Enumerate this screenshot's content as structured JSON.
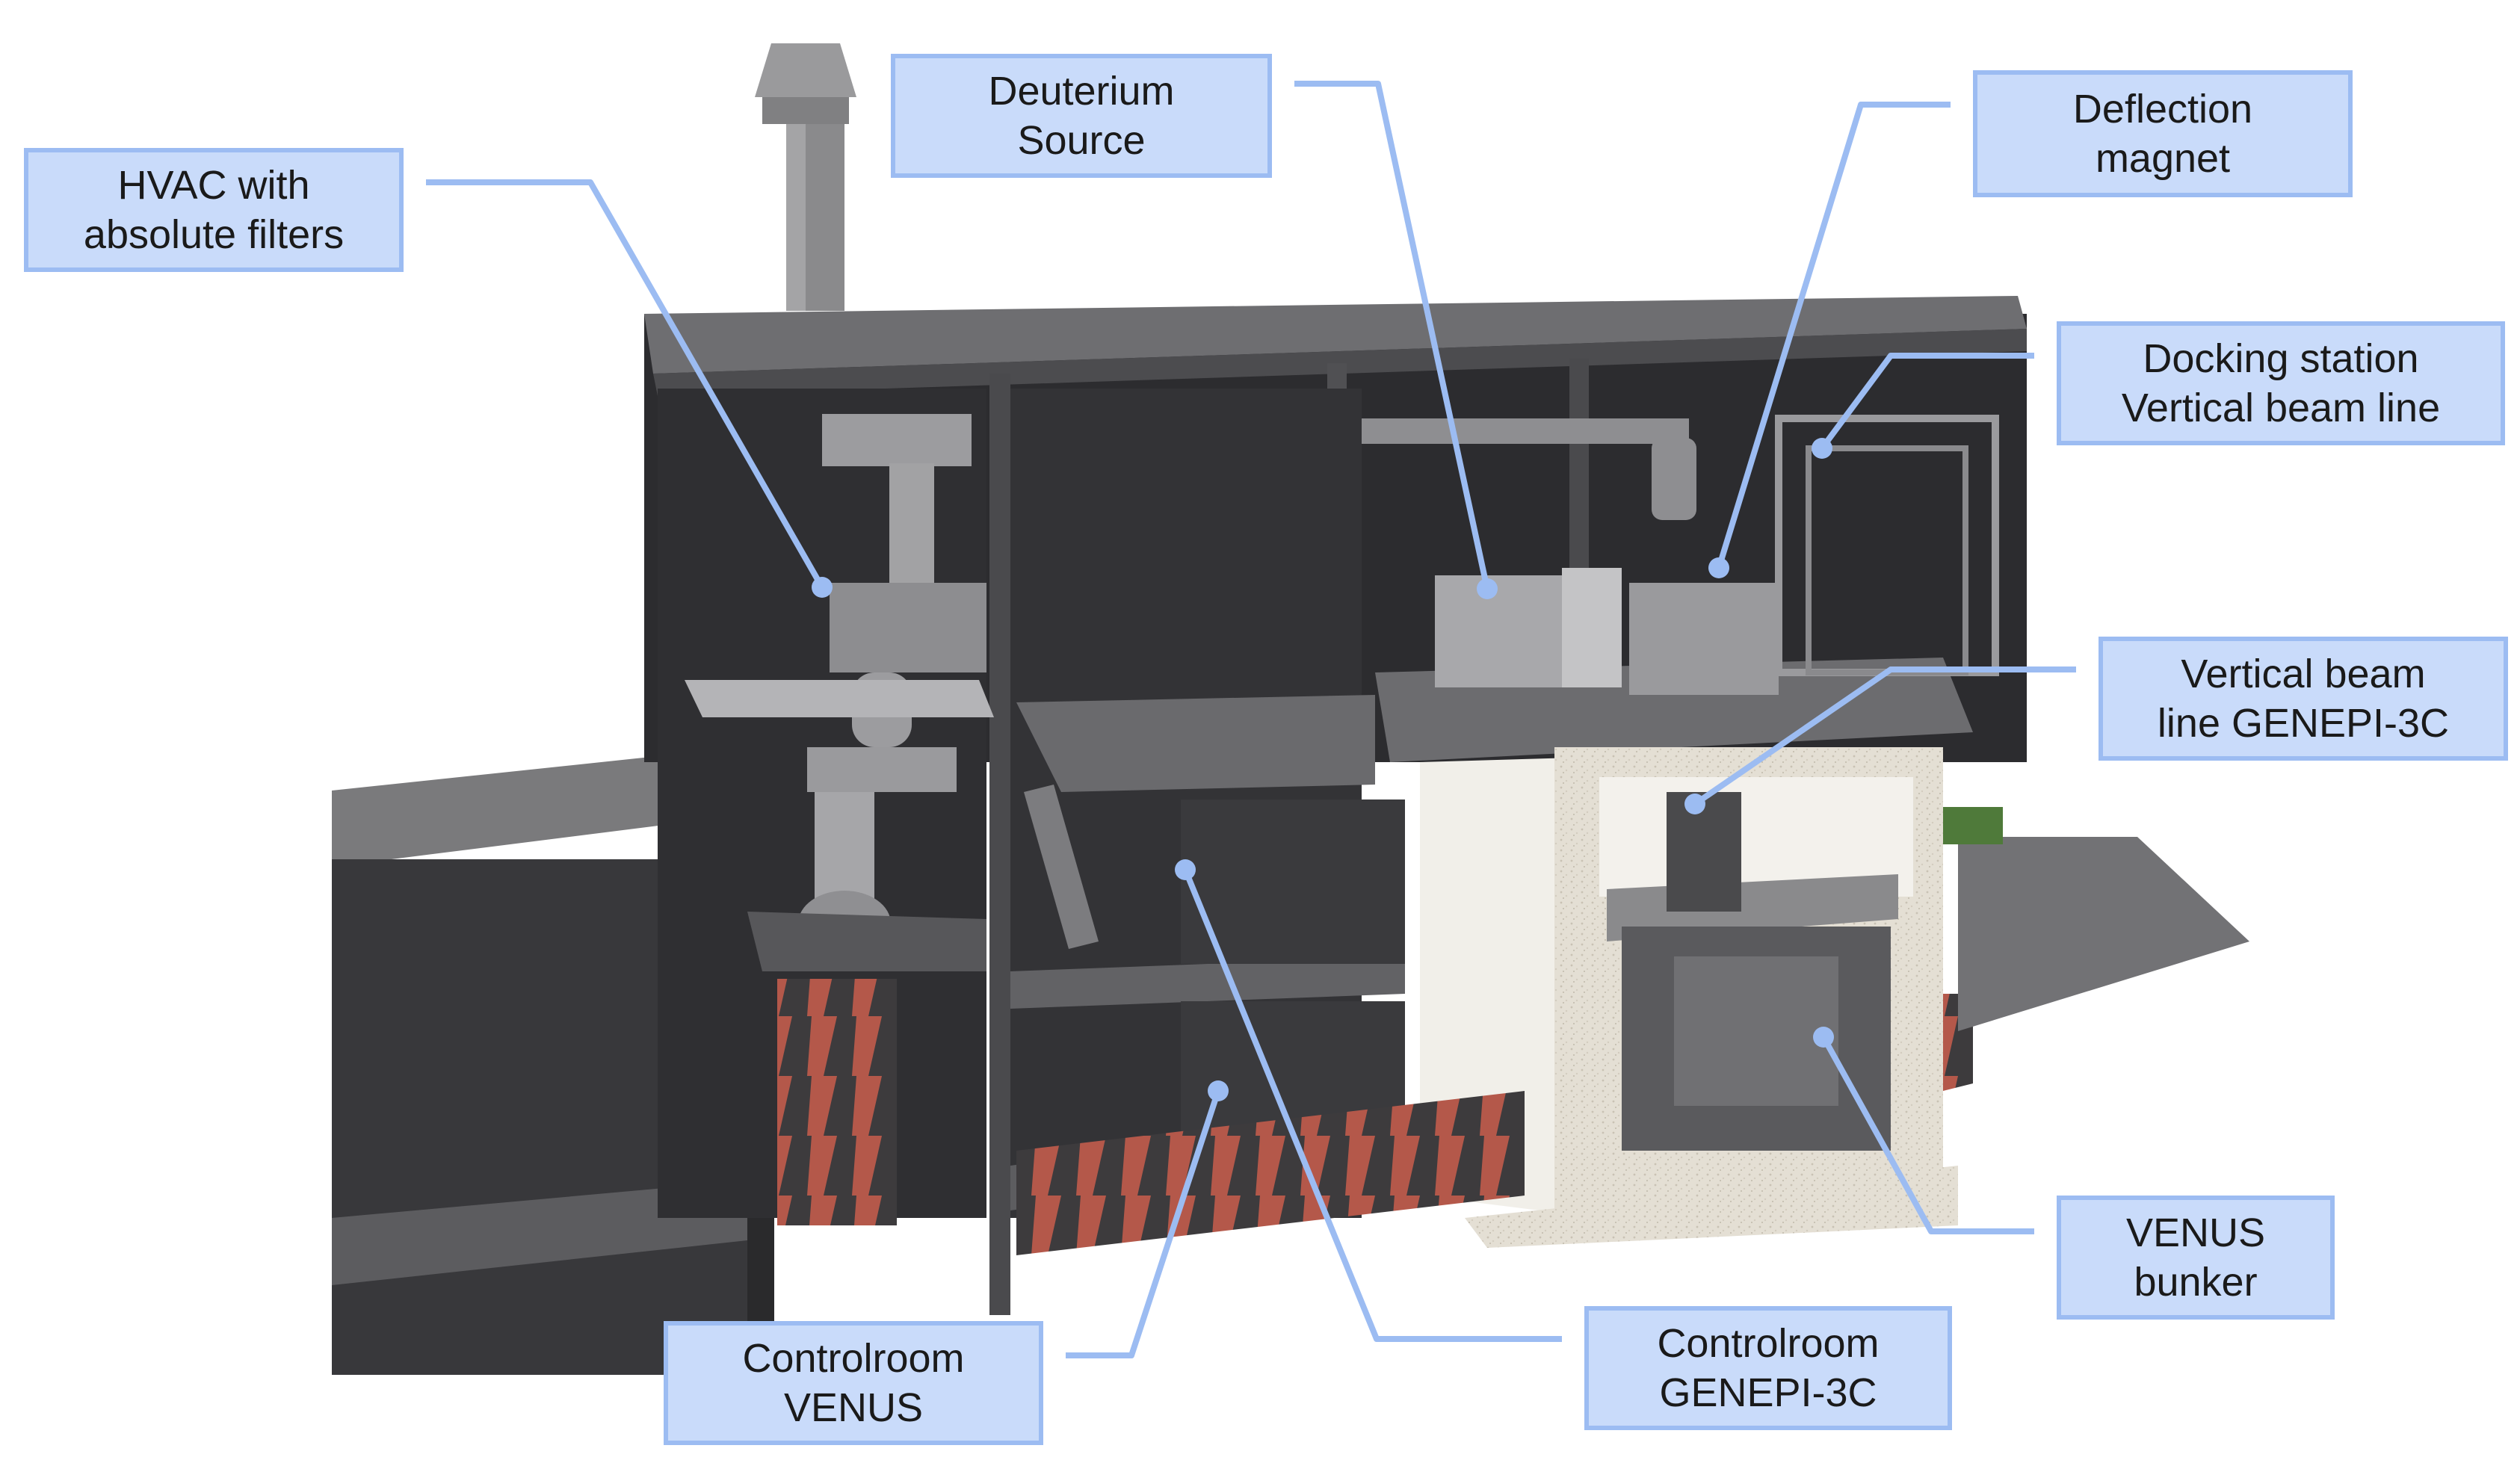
{
  "labels": {
    "hvac": {
      "line1": "HVAC with",
      "line2": "absolute filters"
    },
    "deuterium": {
      "line1": "Deuterium",
      "line2": "Source"
    },
    "deflection": {
      "line1": "Deflection",
      "line2": "magnet"
    },
    "docking": {
      "line1": "Docking station",
      "line2": "Vertical beam line"
    },
    "vertical": {
      "line1": "Vertical beam",
      "line2": "line GENEPI-3C"
    },
    "venus_bunker": {
      "line1": "VENUS",
      "line2": "bunker"
    },
    "control_genepi": {
      "line1": "Controlroom",
      "line2": "GENEPI-3C"
    },
    "control_venus": {
      "line1": "Controlroom",
      "line2": "VENUS"
    }
  },
  "colors": {
    "label_fill": "#c9dbfa",
    "label_border": "#9cbcf2",
    "leader_line": "#9cbcf2",
    "building_dark": "#2f2f32",
    "building_mid": "#5a5a5e",
    "concrete": "#e2ddd2",
    "brick": "#b4584a"
  }
}
